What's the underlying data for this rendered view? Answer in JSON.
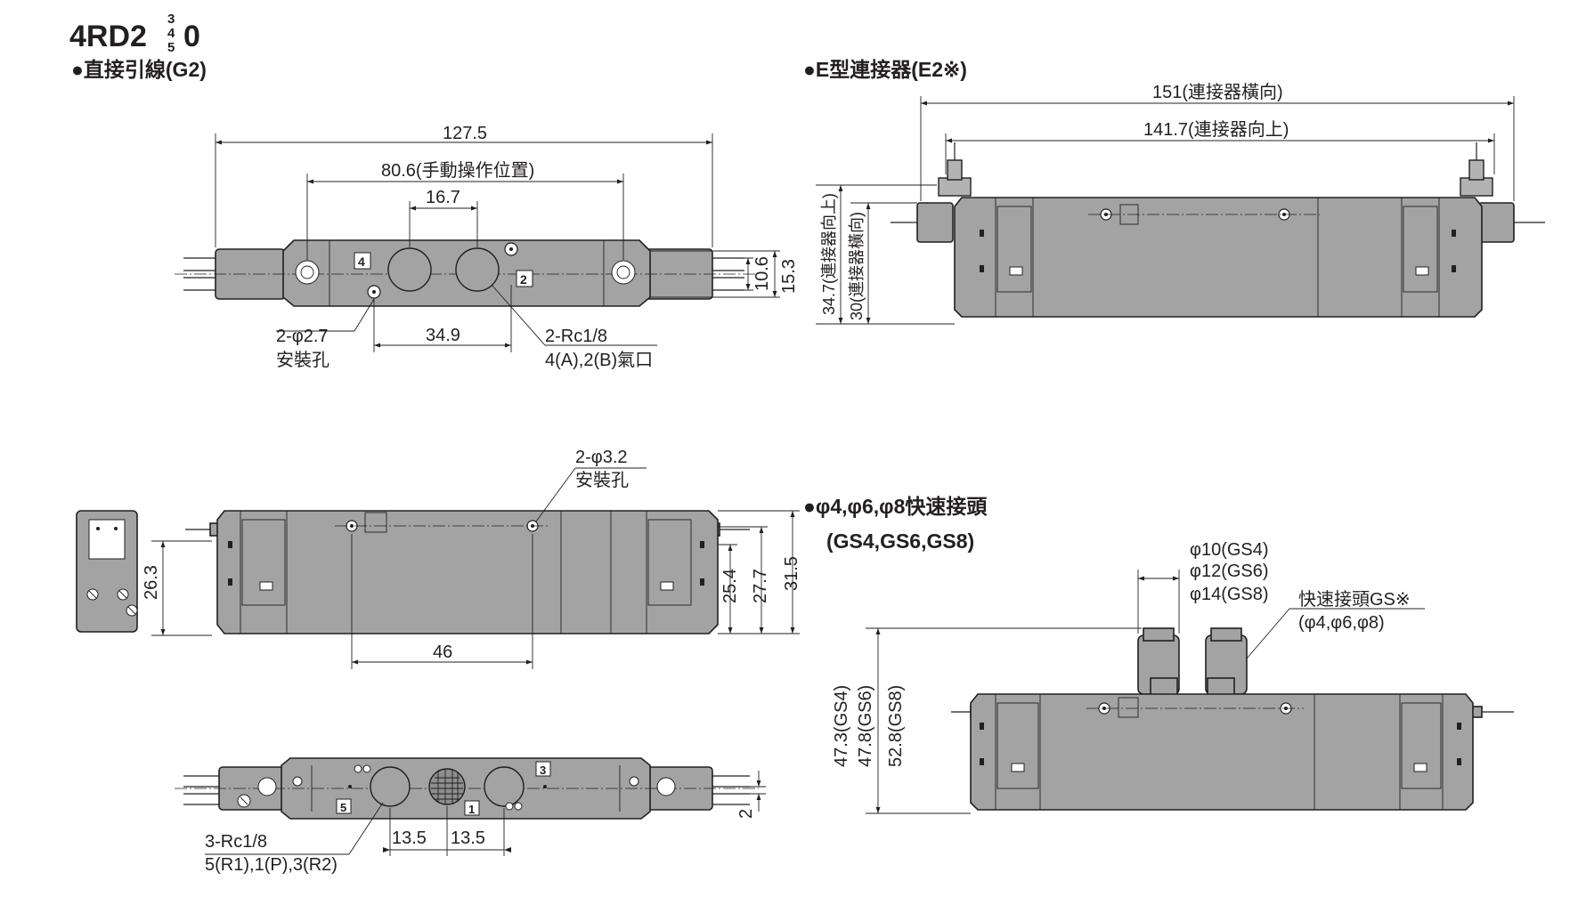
{
  "title": {
    "main": "4RD2",
    "fraction_top": "3",
    "fraction_mid": "4",
    "fraction_bot": "5",
    "suffix": "0"
  },
  "sections": {
    "direct_wire": "●直接引線(G2)",
    "e_connector": "●E型連接器(E2※)",
    "quick_fitting_line1": "●φ4,φ6,φ8快速接頭",
    "quick_fitting_line2": "(GS4,GS6,GS8)"
  },
  "top_view": {
    "d_overall": "127.5",
    "d_manual": "80.6(手動操作位置)",
    "d_pitch": "16.7",
    "d_port_span": "34.9",
    "d_h1": "10.6",
    "d_h2": "15.3",
    "hole_note_1": "2-φ2.7",
    "hole_note_2": "安裝孔",
    "port_note_1": "2-Rc1/8",
    "port_note_2": "4(A),2(B)氣口",
    "port_label_4": "4",
    "port_label_2": "2"
  },
  "e_connector_view": {
    "d_width_side": "151(連接器橫向)",
    "d_width_up": "141.7(連接器向上)",
    "d_height_up": "34.7(連接器向上)",
    "d_height_side": "30(連接器橫向)"
  },
  "front_view": {
    "hole_note_1": "2-φ3.2",
    "hole_note_2": "安裝孔",
    "d_end_height": "26.3",
    "d_h1": "25.4",
    "d_h2": "27.7",
    "d_h3": "31.5",
    "d_hole_pitch": "46"
  },
  "bottom_view": {
    "port_note_1": "3-Rc1/8",
    "port_note_2": "5(R1),1(P),3(R2)",
    "d_pitch_a": "13.5",
    "d_pitch_b": "13.5",
    "d_small": "2",
    "port_label_5": "5",
    "port_label_1": "1",
    "port_label_3": "3"
  },
  "quick_fitting_view": {
    "dia_gs4": "φ10(GS4)",
    "dia_gs6": "φ12(GS6)",
    "dia_gs8": "φ14(GS8)",
    "fitting_note_1": "快速接頭GS※",
    "fitting_note_2": "(φ4,φ6,φ8)",
    "h_gs4": "47.3(GS4)",
    "h_gs6": "47.8(GS6)",
    "h_gs8": "52.8(GS8)"
  }
}
